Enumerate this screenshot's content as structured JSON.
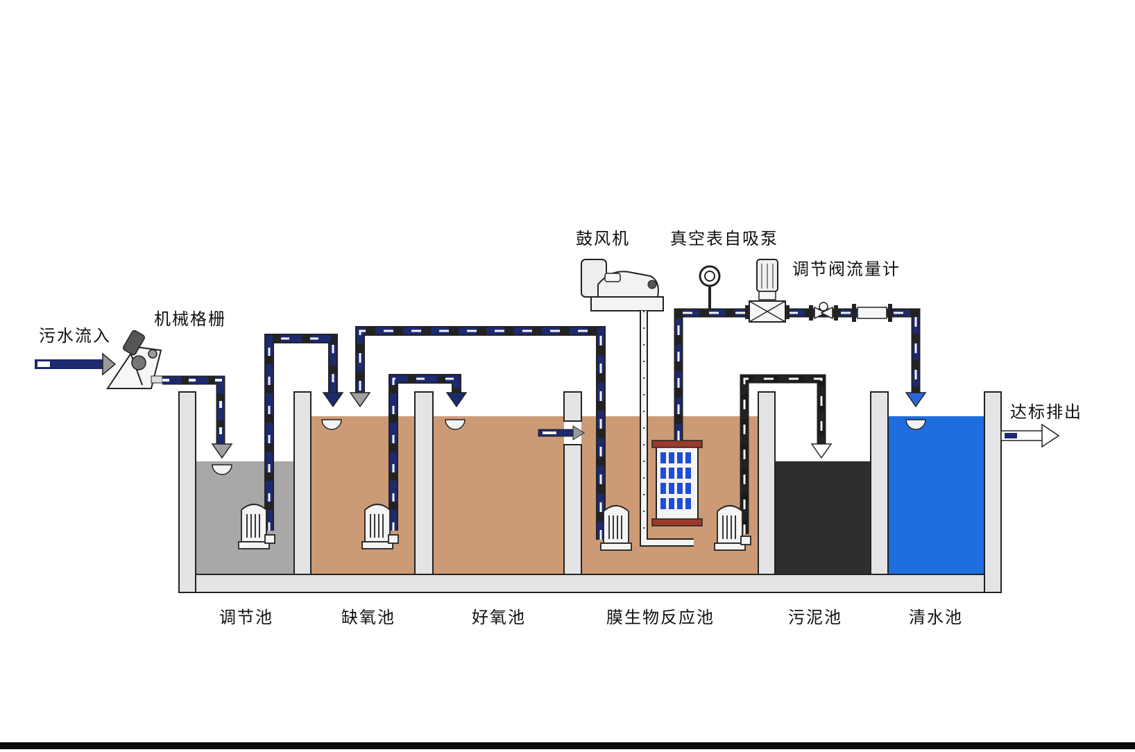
{
  "labels": {
    "inflow": "污水流入",
    "screen": "机械格栅",
    "blower": "鼓风机",
    "vacuum_pump": "真空表自吸泵",
    "valve_meter": "调节阀流量计",
    "discharge": "达标排出",
    "tanks": [
      "调节池",
      "缺氧池",
      "好氧池",
      "膜生物反应池",
      "污泥池",
      "清水池"
    ]
  },
  "colors": {
    "wall": "#e4e4e6",
    "wall_stroke": "#222222",
    "equalization_water": "#a8a8a8",
    "treatment_water": "#cc9b76",
    "sludge": "#2e2e30",
    "clear_water": "#1f6ee0",
    "pipe_navy": "#1d2a6e",
    "pipe_white": "#f4f4f4",
    "arrow_gray": "#a0a0a0",
    "arrow_navy": "#1d2a6e",
    "clear_arrow": "#2b67d6"
  },
  "icons": [
    "screen-icon",
    "blower-icon",
    "vacuum-gauge-icon",
    "pump-icon",
    "valve-icon",
    "flowmeter-icon",
    "submersible-pump-icon",
    "aerator-icon",
    "membrane-module-icon"
  ]
}
